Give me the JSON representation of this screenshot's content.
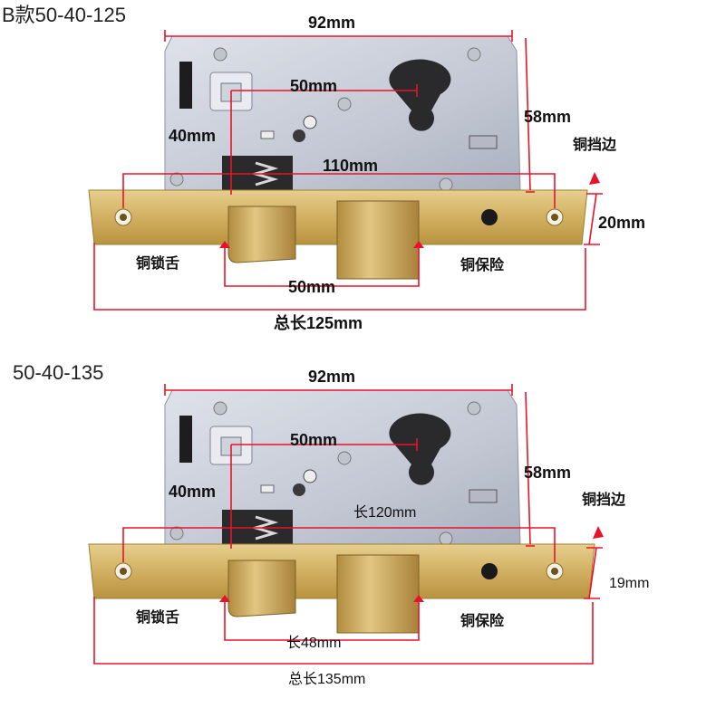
{
  "panels": [
    {
      "variant_label": "B款50-40-125",
      "width_label": "92mm",
      "backset_label": "50mm",
      "height_label": "58mm",
      "side_label": "40mm",
      "inner_label": "110mm",
      "plate_height_label": "20mm",
      "edge_label": "铜挡边",
      "latch_label": "铜锁舌",
      "guard_label": "铜保险",
      "span_label": "50mm",
      "total_label": "总长125mm"
    },
    {
      "variant_label": "50-40-135",
      "width_label": "92mm",
      "backset_label": "50mm",
      "height_label": "58mm",
      "side_label": "40mm",
      "inner_label": "长120mm",
      "plate_height_label": "19mm",
      "edge_label": "铜挡边",
      "latch_label": "铜锁舌",
      "guard_label": "铜保险",
      "span_label": "长48mm",
      "total_label": "总长135mm"
    }
  ],
  "colors": {
    "dimension_line": "#e8132a",
    "plate_brass": "#d8b96a",
    "lock_body": "#c7ccd8"
  }
}
